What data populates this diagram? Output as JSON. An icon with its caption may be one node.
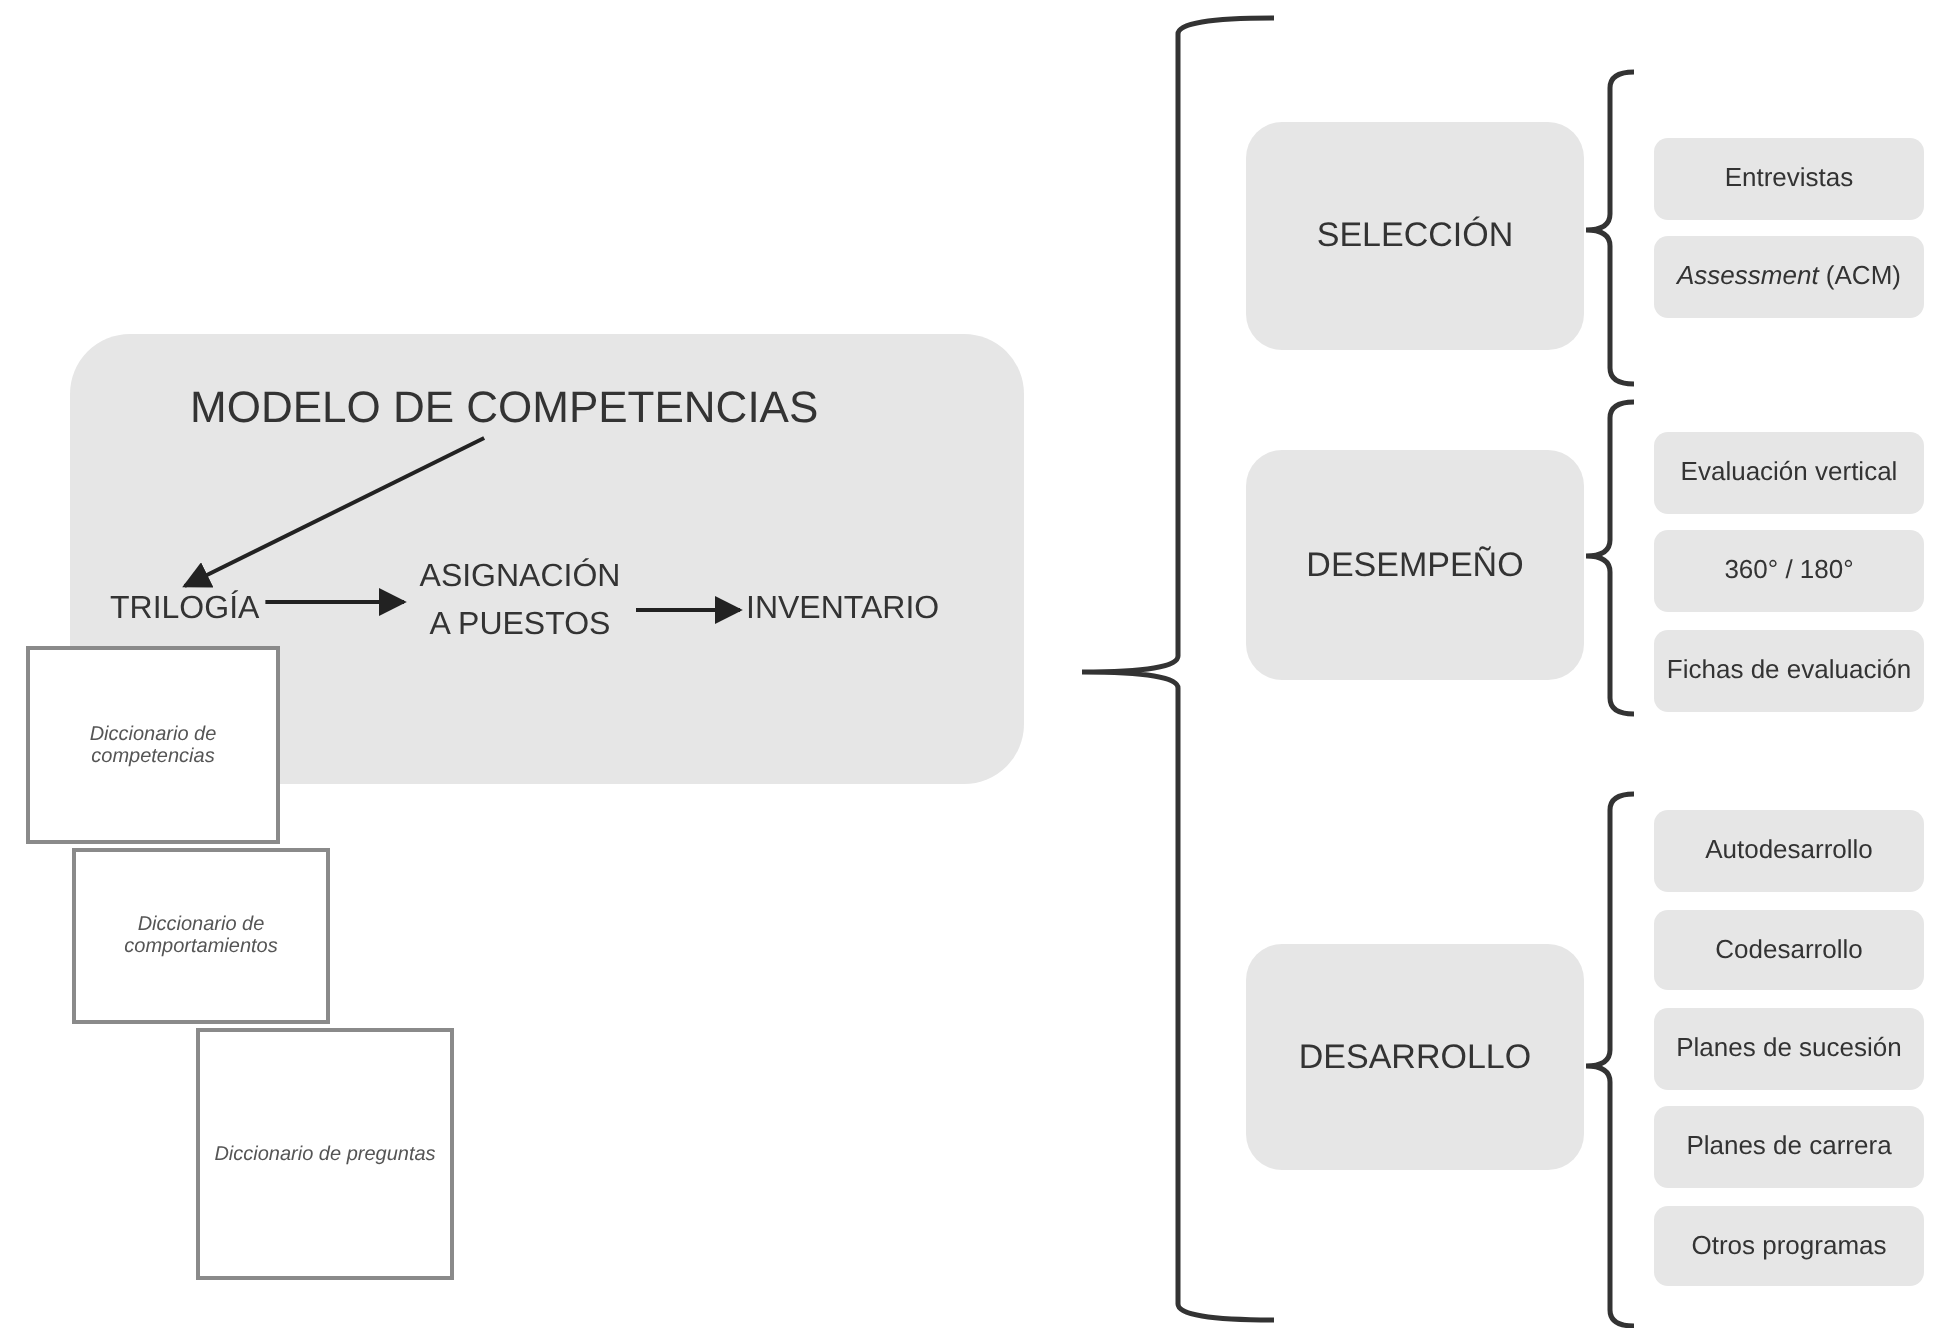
{
  "diagram": {
    "nodes": [
      {
        "text": [],
        "shape": "box"
      },
      {
        "text": [
          "MODELO DE COMPETENCIAS"
        ],
        "in": 0
      },
      {
        "text": [
          "TRILOGÍA"
        ],
        "in": 0
      },
      {
        "text": [
          "ASIGNACIÓN A PUESTOS"
        ],
        "in": 0
      },
      {
        "text": [
          "INVENTARIO"
        ],
        "in": 0
      },
      {
        "text": [
          "Diccionario de competencias"
        ]
      },
      {
        "text": [
          "Diccionario de comportamientos"
        ]
      },
      {
        "text": [
          "Diccionario de preguntas"
        ]
      },
      {
        "text": [
          "SELECCIÓN"
        ]
      },
      {
        "text": [
          "Entrevistas"
        ]
      },
      {
        "text": [
          "*Assessment* (ACM)"
        ]
      },
      {
        "text": [
          "DESEMPEÑO"
        ]
      },
      {
        "text": [
          "Evaluación vertical"
        ]
      },
      {
        "text": [
          "360° / 180°"
        ]
      },
      {
        "text": [
          "Fichas de evaluación"
        ]
      },
      {
        "text": [
          "DESARROLLO"
        ]
      },
      {
        "text": [
          "Autodesarrollo"
        ]
      },
      {
        "text": [
          "Codesarrollo"
        ]
      },
      {
        "text": [
          "Planes de sucesión"
        ]
      },
      {
        "text": [
          "Planes de carrera"
        ]
      },
      {
        "text": [
          "Otros programas"
        ]
      }
    ],
    "edges": [
      {
        "from": 1,
        "to": 2,
        "arrow": "to"
      },
      {
        "from": 2,
        "to": 3,
        "arrow": "to"
      },
      {
        "from": 3,
        "to": 4,
        "arrow": "to"
      }
    ]
  }
}
